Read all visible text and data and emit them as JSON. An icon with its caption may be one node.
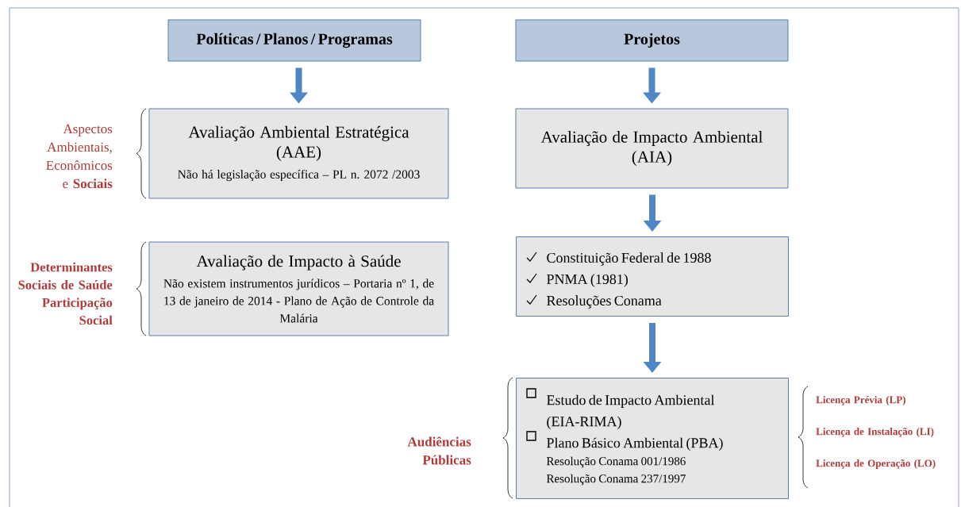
{
  "diagram": {
    "nodes": [
      {
        "text": [
          "Políticas / Planos / Programas"
        ]
      },
      {
        "text": [
          "Projetos"
        ]
      },
      {
        "text": [
          "Avaliação Ambiental Estratégica (AAE)",
          "Não há legislação específica – PL n. 2072 /2003"
        ]
      },
      {
        "text": [
          "Avaliação de Impacto à Saúde",
          "Não existem instrumentos jurídicos – Portaria nº 1, de 13 de janeiro de 2014 - Plano de Ação de Controle da Malária"
        ]
      },
      {
        "text": [
          "Avaliação de Impacto Ambiental (AIA)"
        ]
      },
      {
        "text": [
          "Constituição Federal de 1988",
          "PNMA (1981)",
          "Resoluções Conama"
        ]
      },
      {
        "text": [
          "Estudo de Impacto Ambiental (EIA-RIMA)",
          "Plano Básico Ambiental (PBA)",
          "Resolução Conama 001/1986",
          "Resolução Conama 237/1997"
        ]
      }
    ],
    "edges": [
      {
        "from": 0,
        "to": 2,
        "arrow": "to"
      },
      {
        "from": 1,
        "to": 4,
        "arrow": "to"
      },
      {
        "from": 4,
        "to": 5,
        "arrow": "to"
      },
      {
        "from": 5,
        "to": 6,
        "arrow": "to"
      }
    ],
    "labels": [
      "Aspectos Ambientais, Econômicos e **Sociais**",
      "Determinantes Sociais de Saúde Participação Social",
      "Audiências Públicas",
      "Licença Prévia (LP)",
      "Licença de Instalação (LI)",
      "Licença de Operação (LO)"
    ]
  }
}
